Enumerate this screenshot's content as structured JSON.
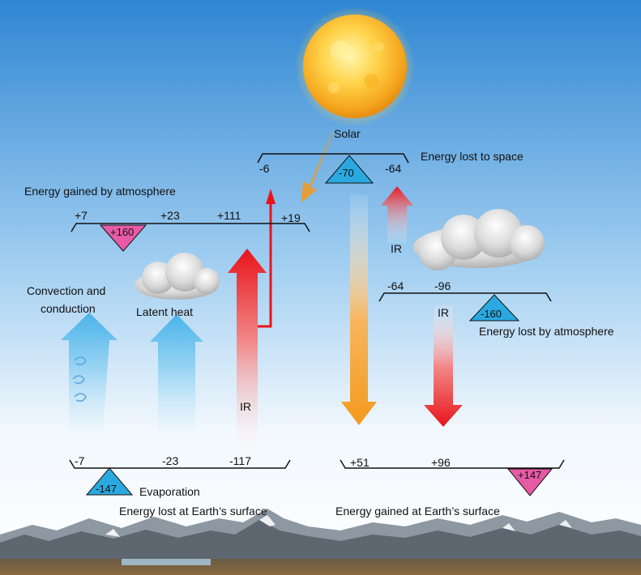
{
  "labels": {
    "solar": "Solar",
    "energy_lost_to_space": "Energy lost to space",
    "energy_gained_by_atmosphere": "Energy gained by atmosphere",
    "energy_lost_by_atmosphere": "Energy lost by atmosphere",
    "energy_lost_at_surface": "Energy lost at Earth’s surface",
    "energy_gained_at_surface": "Energy gained at Earth’s surface",
    "convection_line1": "Convection and",
    "convection_line2": "conduction",
    "latent_heat": "Latent heat",
    "evaporation": "Evaporation",
    "ir_atmosphere_to_space": "IR",
    "ir_atmosphere_to_surface": "IR",
    "ir_surface_up": "IR"
  },
  "space_balance": {
    "values": [
      "-6",
      "-64"
    ],
    "net": "-70"
  },
  "atmosphere_gain": {
    "values": [
      "+7",
      "+23",
      "+111",
      "+19"
    ],
    "net": "+160"
  },
  "atmosphere_loss": {
    "values": [
      "-64",
      "-96"
    ],
    "net": "-160"
  },
  "surface_loss": {
    "values": [
      "-7",
      "-23",
      "-117"
    ],
    "net": "-147"
  },
  "surface_gain": {
    "values": [
      "+51",
      "+96"
    ],
    "net": "+147"
  },
  "colors": {
    "sky_top": "#2f86d3",
    "sky_bottom": "#ffffff",
    "sun": "#f5b21e",
    "solar_arrow": "#f39a1d",
    "ir_arrow": "#e8141b",
    "blue_arrow": "#49b3ea",
    "gain_triangle": "#e65aa6",
    "loss_triangle": "#2aa9e0"
  }
}
